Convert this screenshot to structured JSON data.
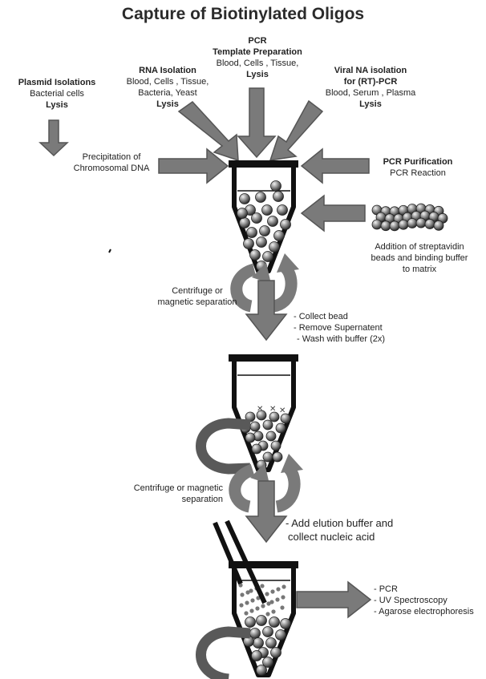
{
  "title": "Capture of Biotinylated Oligos",
  "sources": {
    "plasmid": {
      "heading": "Plasmid Isolations",
      "detail": "Bacterial cells",
      "action": "Lysis"
    },
    "rna": {
      "heading": "RNA Isolation",
      "detail1": "Blood, Cells , Tissue,",
      "detail2": "Bacteria, Yeast",
      "action": "Lysis"
    },
    "pcr_template": {
      "heading1": "PCR",
      "heading2": "Template Preparation",
      "detail": "Blood, Cells , Tissue,",
      "action": "Lysis"
    },
    "viral": {
      "heading1": "Viral NA isolation",
      "heading2": "for (RT)-PCR",
      "detail": "Blood, Serum , Plasma",
      "action": "Lysis"
    },
    "pcr_purification": {
      "heading": "PCR Purification",
      "detail": "PCR Reaction"
    }
  },
  "precipitation": {
    "line1": "Precipitation of",
    "line2": "Chromosomal DNA"
  },
  "beads": {
    "line1": "Addition of streptavidin",
    "line2": "beads and binding buffer",
    "line3": "to matrix"
  },
  "separation1": {
    "line1": "Centrifuge or",
    "line2": "magnetic separation"
  },
  "wash_steps": [
    "- Collect bead",
    "- Remove Supernatent",
    "- Wash with buffer (2x)"
  ],
  "separation2": {
    "line1": "Centrifuge or magnetic",
    "line2": "separation"
  },
  "elution": {
    "line1": "- Add elution buffer and",
    "line2": "collect nucleic acid"
  },
  "downstream": [
    "- PCR",
    "- UV Spectroscopy",
    "- Agarose electrophoresis"
  ],
  "colors": {
    "arrow": "#7a7a7a",
    "arrow_dark": "#555555",
    "tube": "#111111",
    "bead_light": "#d9d9d9",
    "bead_dark": "#333333",
    "magnet": "#595959"
  }
}
